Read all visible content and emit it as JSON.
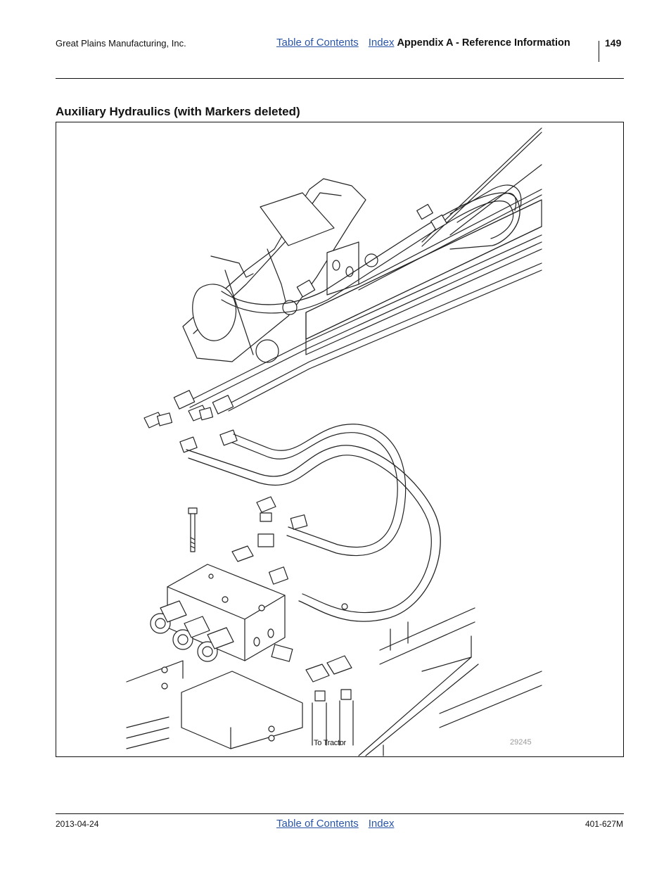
{
  "header": {
    "company": "Great Plains Manufacturing, Inc.",
    "toc_link": "Table of Contents",
    "index_link": "Index",
    "section": "Appendix A - Reference Information",
    "page_number": "149"
  },
  "title": "Auxiliary Hydraulics (with Markers deleted)",
  "figure": {
    "callout": "To Tractor",
    "figure_number": "29245"
  },
  "footer": {
    "date": "2013-04-24",
    "toc_link": "Table of Contents",
    "index_link": "Index",
    "doc_number": "401-627M"
  }
}
